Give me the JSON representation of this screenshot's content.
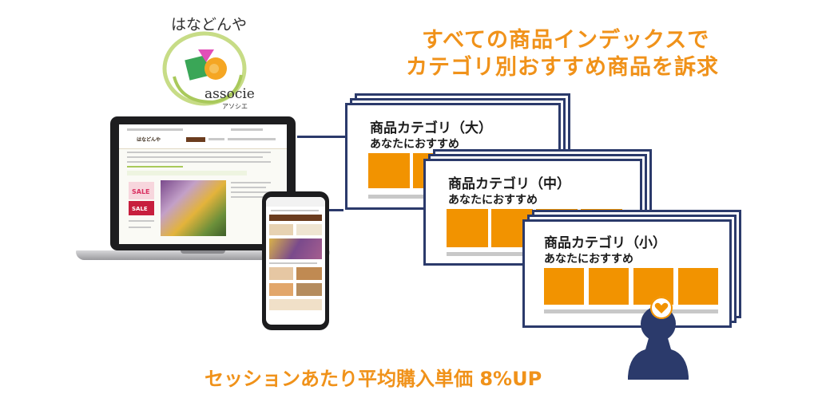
{
  "logo": {
    "name": "はなどんや",
    "brand": "associe",
    "brand_kana": "アソシエ"
  },
  "headline": {
    "line1": "すべての商品インデックスで",
    "line2": "カテゴリ別おすすめ商品を訴求"
  },
  "cards": [
    {
      "title": "商品カテゴリ（大）",
      "subtitle": "あなたにおすすめ"
    },
    {
      "title": "商品カテゴリ（中）",
      "subtitle": "あなたにおすすめ"
    },
    {
      "title": "商品カテゴリ（小）",
      "subtitle": "あなたにおすすめ"
    }
  ],
  "laptop_site": {
    "logo": "はなどんや",
    "sale1": "SALE",
    "sale2": "SALE"
  },
  "footer": {
    "text": "セッションあたり平均購入単価 8%UP"
  },
  "colors": {
    "accent": "#f0921a",
    "tile": "#f29300",
    "border": "#2b3a6b"
  },
  "icons": [
    "heart-icon",
    "person-icon"
  ]
}
